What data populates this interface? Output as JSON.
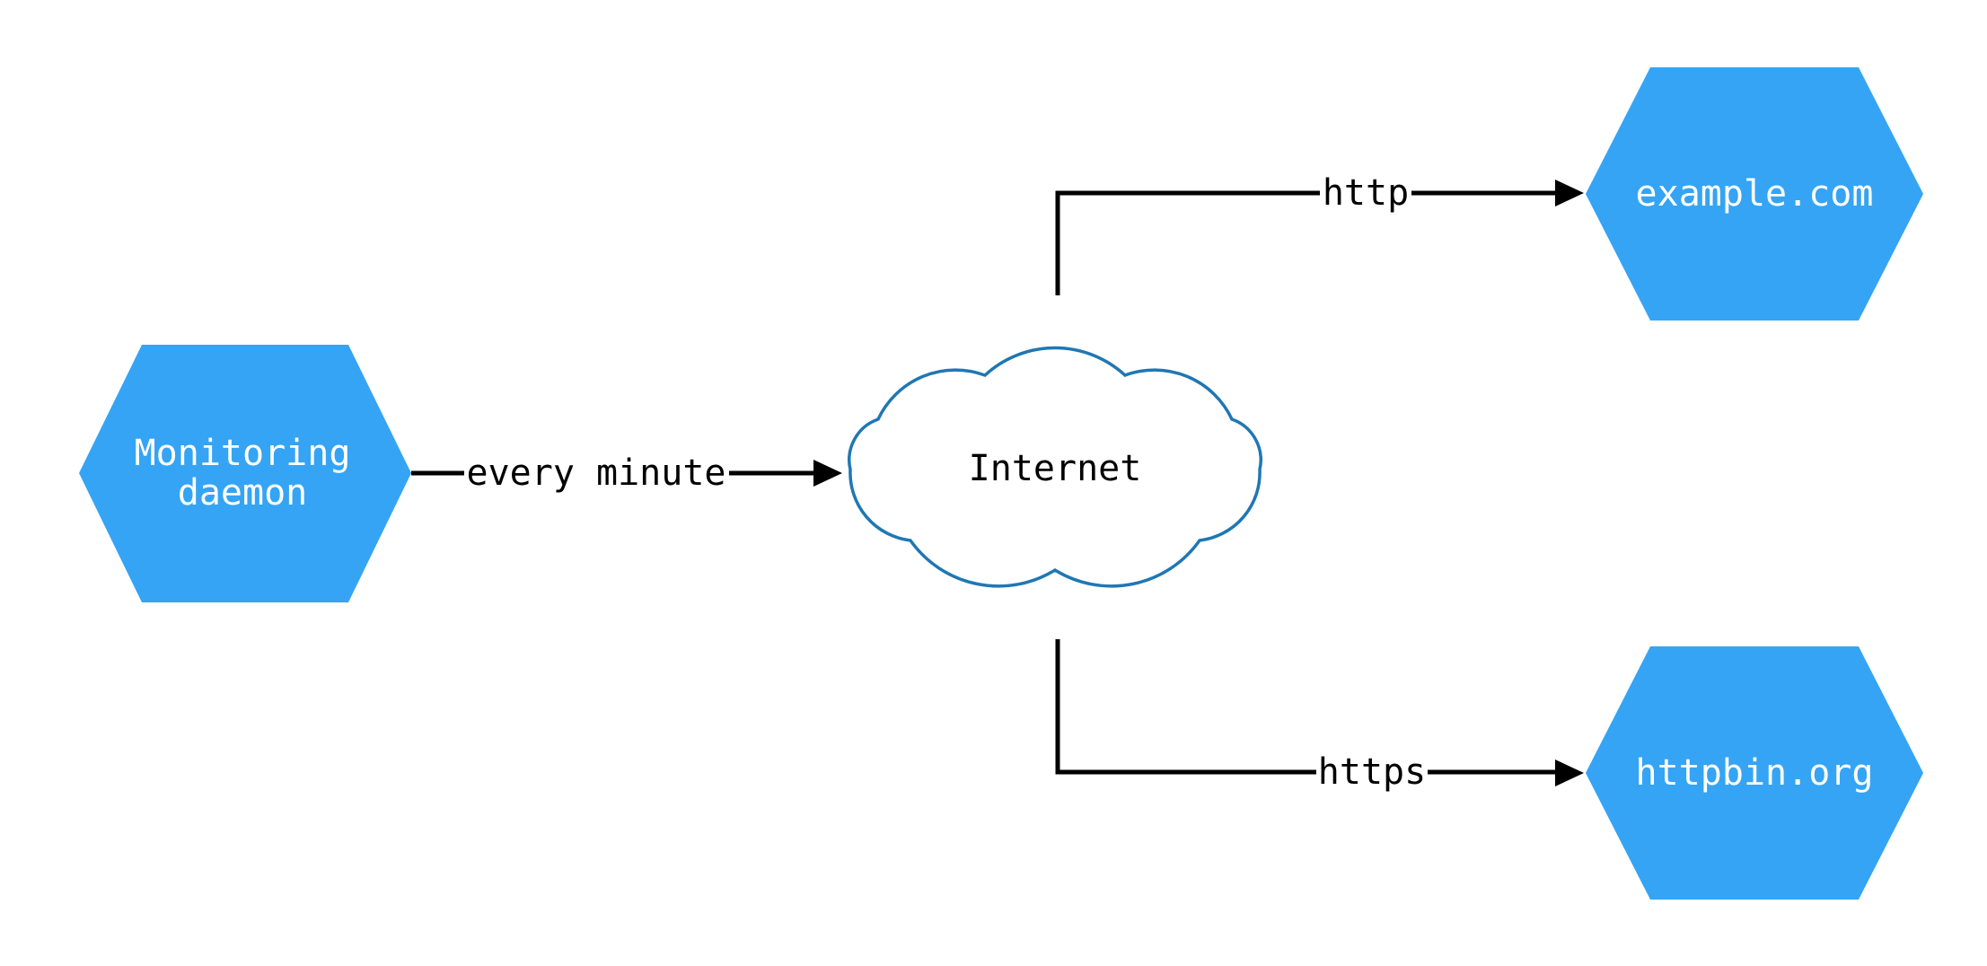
{
  "diagram": {
    "type": "network-architecture-diagram",
    "colors": {
      "background": "#ffffff",
      "node_fill": "#35a4f4",
      "node_text": "#ffffff",
      "edge_stroke": "#000000",
      "edge_label_text": "#000000",
      "cloud_stroke": "#1f77b4",
      "cloud_fill": "#ffffff",
      "cloud_text": "#000000"
    },
    "nodes": {
      "monitoring_daemon": {
        "shape": "hexagon",
        "label_line1": "Monitoring",
        "label_line2": "daemon"
      },
      "internet": {
        "shape": "cloud",
        "label": "Internet"
      },
      "example_com": {
        "shape": "hexagon",
        "label": "example.com"
      },
      "httpbin_org": {
        "shape": "hexagon",
        "label": "httpbin.org"
      }
    },
    "edges": {
      "monitoring_to_internet": {
        "from": "monitoring_daemon",
        "to": "internet",
        "label": "every minute",
        "direction": "right"
      },
      "internet_to_example": {
        "from": "internet",
        "to": "example_com",
        "label": "http",
        "direction": "up-then-right"
      },
      "internet_to_httpbin": {
        "from": "internet",
        "to": "httpbin_org",
        "label": "https",
        "direction": "down-then-right"
      }
    }
  }
}
